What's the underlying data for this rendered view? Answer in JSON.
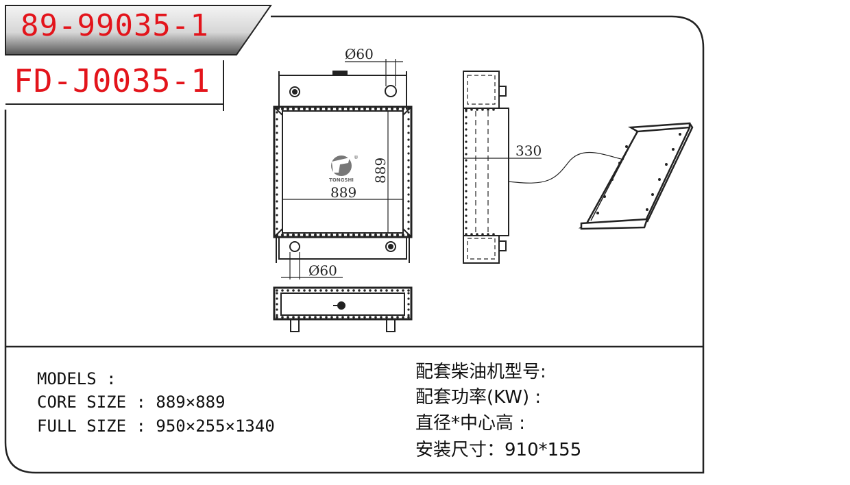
{
  "header": {
    "part_number": "89-99035-1",
    "alt_part_number": "FD-J0035-1"
  },
  "drawing": {
    "front_pipe_top_label": "Ø60",
    "front_pipe_bottom_label": "Ø60",
    "core_width_label": "889",
    "core_height_label": "889",
    "side_depth_label": "330",
    "logo_text": "TONGSHI"
  },
  "specs": {
    "models_label": "MODELS :",
    "core_size_label": "CORE SIZE : 889×889",
    "full_size_label": "FULL SIZE : 950×255×1340"
  },
  "specs_cn": {
    "engine_model": "配套柴油机型号:",
    "power": "配套功率(KW) :",
    "diameter_center_height": "直径*中心高 :",
    "install_size": "安装尺寸：910*155"
  },
  "colors": {
    "part_number_text": "#e3141b",
    "line": "#222222",
    "tag_gradient_dark": "#4a4a4a",
    "tag_gradient_light": "#f2f2f2"
  }
}
